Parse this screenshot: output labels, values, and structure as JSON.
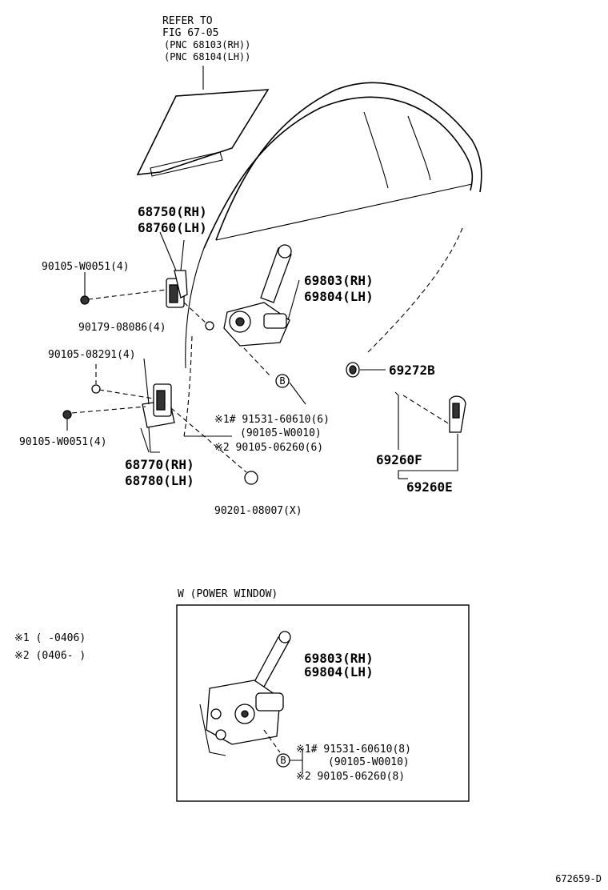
{
  "refer": {
    "line1": "REFER TO",
    "line2": "FIG 67-05",
    "line3": "(PNC 68103(RH))",
    "line4": "(PNC 68104(LH))"
  },
  "parts": {
    "hinge_upper_rh": "68750(RH)",
    "hinge_upper_lh": "68760(LH)",
    "bolt_upper": "90105-W0051(4)",
    "nut_upper": "90179-08086(4)",
    "bolt_lower_top": "90105-08291(4)",
    "bolt_lower": "90105-W0051(4)",
    "hinge_lower_rh": "68770(RH)",
    "hinge_lower_lh": "68780(LH)",
    "plug": "90201-08007(X)",
    "regulator_rh": "69803(RH)",
    "regulator_lh": "69804(LH)",
    "cover": "69272B",
    "rod": "69260F",
    "handle_assy": "69260E"
  },
  "callout_b": {
    "marker": "B",
    "item1": "※1# 91531-60610(6)",
    "item1b": "(90105-W0010)",
    "item2": "※2 90105-06260(6)"
  },
  "notes": {
    "note1": "※1  (     -0406)",
    "note2": "※2  (0406-     )"
  },
  "inset": {
    "title": "W (POWER WINDOW)",
    "regulator_rh": "69803(RH)",
    "regulator_lh": "69804(LH)",
    "marker": "B",
    "item1": "※1# 91531-60610(8)",
    "item1b": "(90105-W0010)",
    "item2": "※2 90105-06260(8)"
  },
  "figure_code": "672659-D"
}
